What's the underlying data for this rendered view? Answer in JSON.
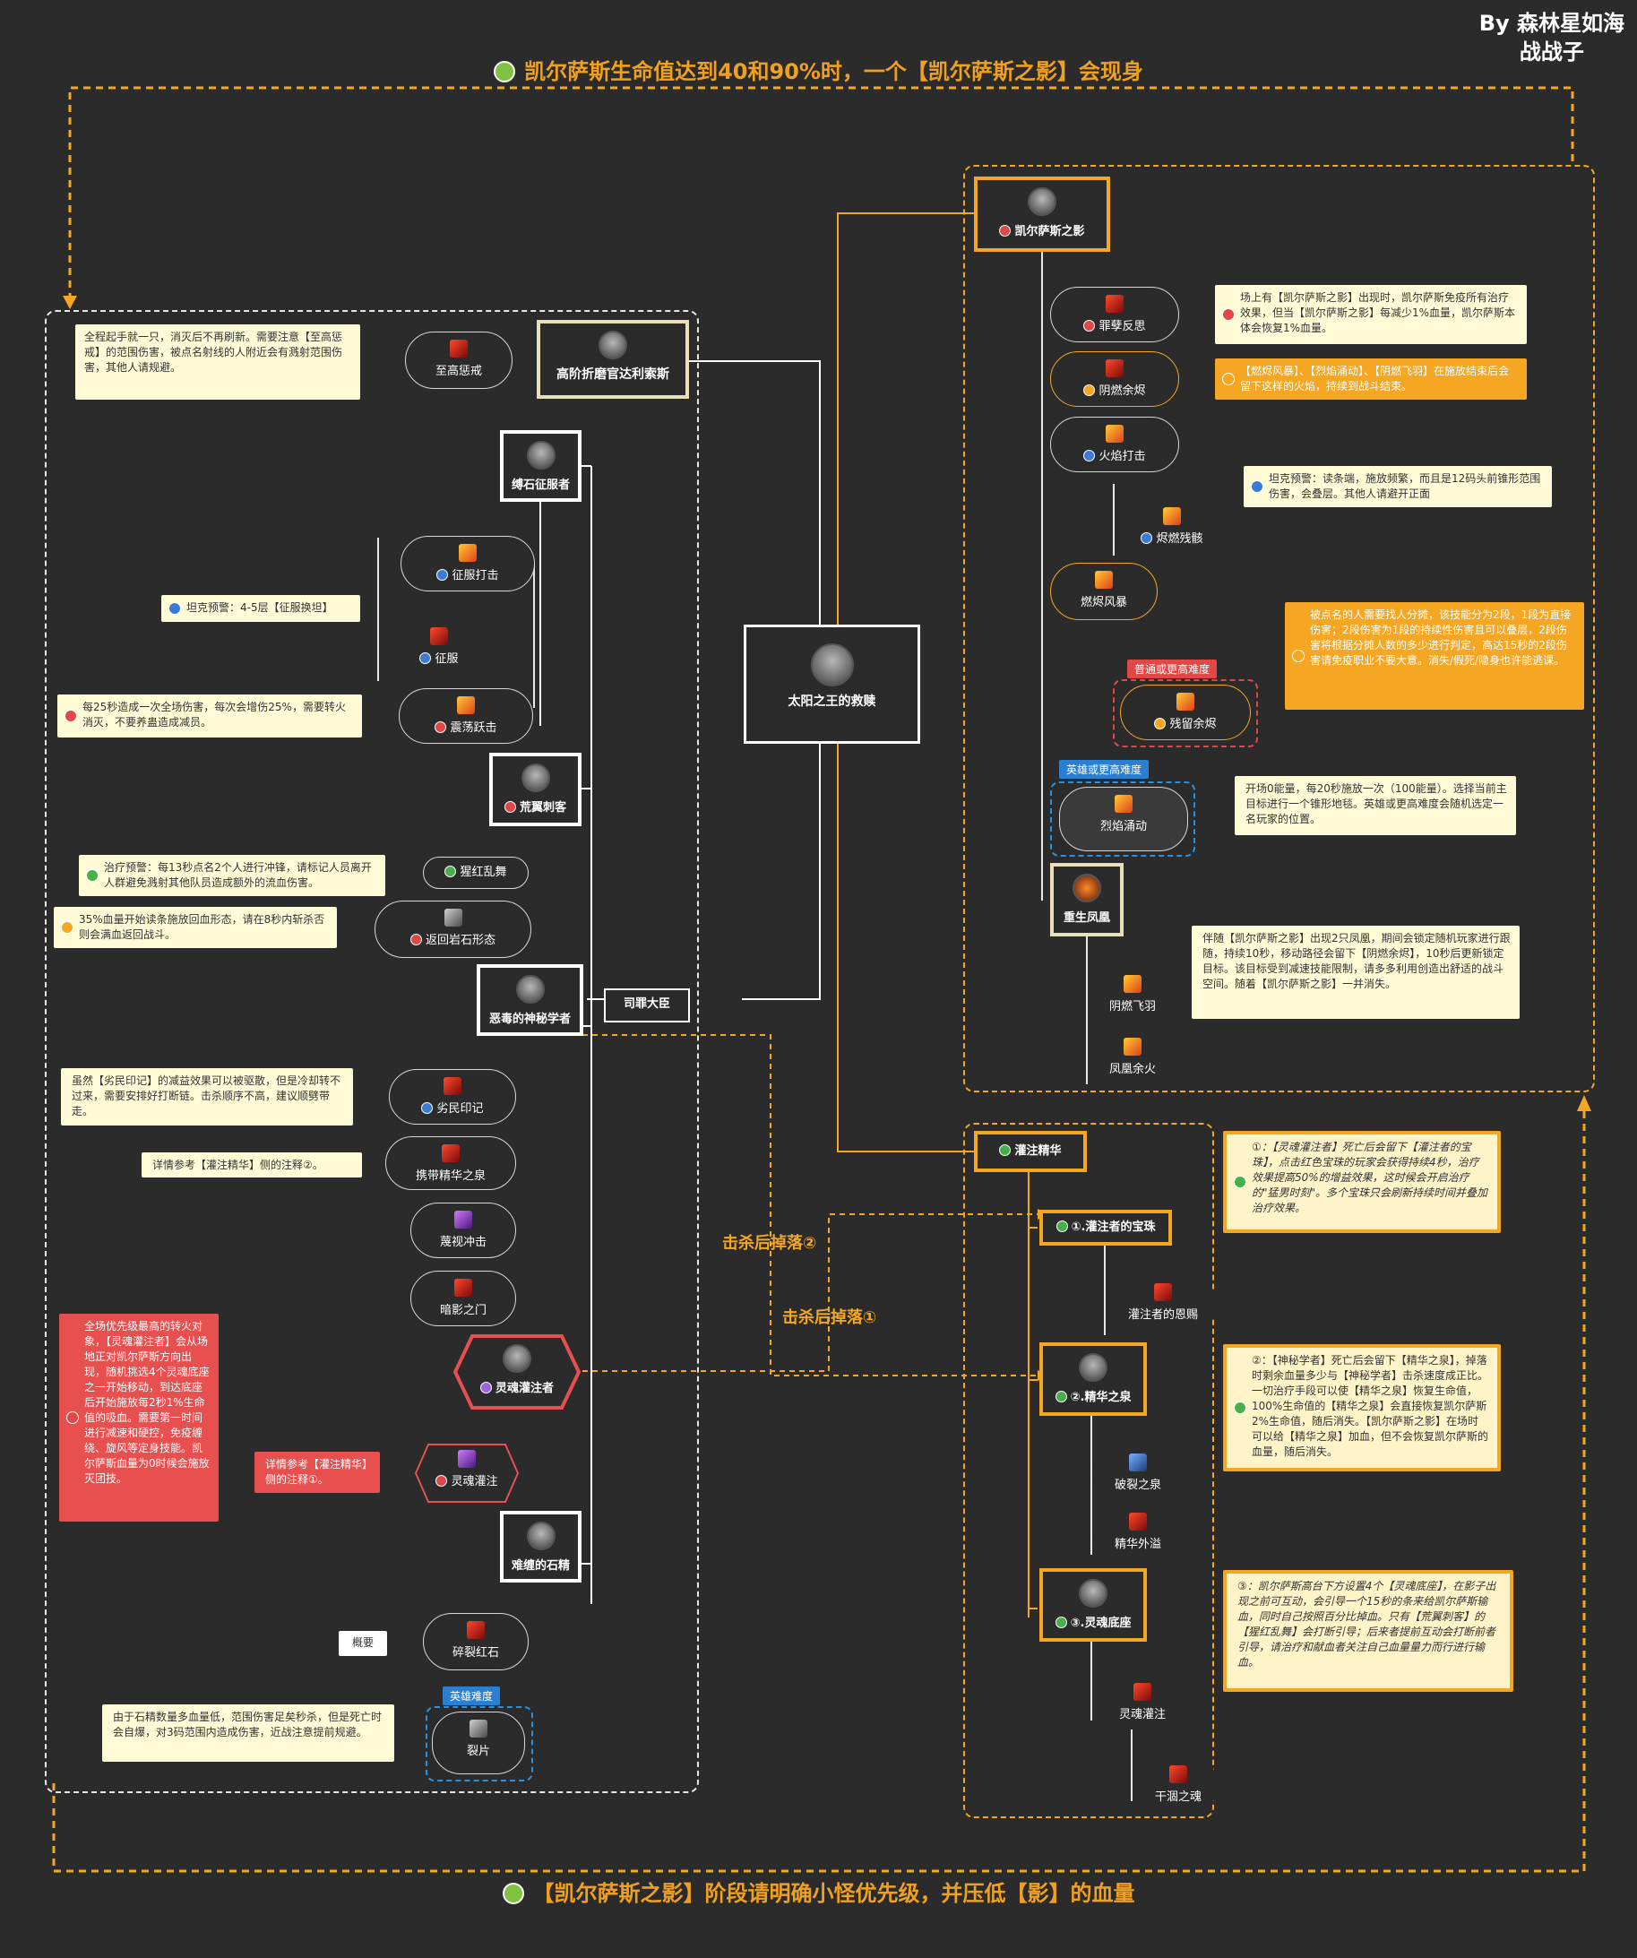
{
  "author": {
    "line1": "By 森林星如海",
    "line2": "战战子"
  },
  "banner_top": "凯尔萨斯生命值达到40和90%时，一个【凯尔萨斯之影】会现身",
  "banner_bottom": "【凯尔萨斯之影】阶段请明确小怪优先级，并压低【影】的血量",
  "center": {
    "name": "太阳之王的救赎"
  },
  "left": {
    "sinner": "司罪大臣",
    "b1": {
      "name": "高阶折磨官达利索斯",
      "spell": "至高惩戒",
      "note": "全程起手就一只，消灭后不再刷新。需要注意【至高惩戒】的范围伤害，被点名射线的人附近会有溅射范围伤害，其他人请规避。"
    },
    "b2": {
      "name": "缚石征服者",
      "s1": "征服打击",
      "s2": "征服",
      "s3": "震荡跃击",
      "note1": "坦克预警：4-5层【征服换坦】",
      "note2": "每25秒造成一次全场伤害，每次会增伤25%，需要转火消灭，不要养蛊造成减员。"
    },
    "b3": {
      "name": "荒翼刺客",
      "s1": "猩红乱舞",
      "s2": "返回岩石形态",
      "note1": "治疗预警：每13秒点名2个人进行冲锋，请标记人员离开人群避免溅射其他队员造成额外的流血伤害。",
      "note2": "35%血量开始读条施放回血形态，请在8秒内斩杀否则会满血返回战斗。"
    },
    "b4": {
      "name": "恶毒的神秘学者",
      "s1": "劣民印记",
      "s2": "携带精华之泉",
      "s3": "蔑视冲击",
      "s4": "暗影之门",
      "note1": "虽然【劣民印记】的减益效果可以被驱散，但是冷却转不过来，需要安排好打断链。击杀顺序不高，建议顺劈带走。",
      "note2": "详情参考【灌注精华】侧的注释②。"
    },
    "b5": {
      "name": "灵魂灌注者",
      "s1": "灵魂灌注",
      "note1": "全场优先级最高的转火对象，【灵魂灌注者】会从场地正对凯尔萨斯方向出现，随机挑选4个灵魂底座之一开始移动，到达底座后开始施放每2秒1%生命值的吸血。需要第一时间进行减速和硬控，免疫缠绕、旋风等定身技能。凯尔萨斯血量为0时候会施放灭团技。",
      "note2": "详情参考【灌注精华】侧的注释①。"
    },
    "b6": {
      "name": "难缠的石精",
      "s1": "碎裂红石",
      "s2": "裂片",
      "summary": "概要",
      "tag": "英雄难度",
      "note": "由于石精数量多血量低，范围伤害足矣秒杀，但是死亡时会自爆，对3码范围内造成伤害，近战注意提前规避。"
    }
  },
  "right": {
    "shadow": {
      "name": "凯尔萨斯之影",
      "s1": "罪孽反思",
      "s2": "阴燃余烬",
      "s3": "火焰打击",
      "s3b": "烬燃残骸",
      "s4": "燃烬风暴",
      "s4b": "残留余烬",
      "s5": "烈焰涌动",
      "s6": "重生凤凰",
      "s6a": "阴燃飞羽",
      "s6b": "凤凰余火",
      "tag_red": "普通或更高难度",
      "tag_blue": "英雄或更高难度",
      "n1": "场上有【凯尔萨斯之影】出现时，凯尔萨斯免疫所有治疗效果，但当【凯尔萨斯之影】每减少1%血量，凯尔萨斯本体会恢复1%血量。",
      "n2": "【燃烬风暴】、【烈焰涌动】、【阴燃飞羽】在施放结束后会留下这样的火焰，持续到战斗结束。",
      "n3": "坦克预警：读条端，施放频繁，而且是12码头前锥形范围伤害，会叠层。其他人请避开正面",
      "n4": "被点名的人需要找人分摊，该技能分为2段，1段为直接伤害；2段伤害为1段的持续性伤害且可以叠层，2段伤害将根据分摊人数的多少进行判定，高达15秒的2段伤害请免疫职业不要大意。消失/假死/隐身也许能逃课。",
      "n5": "开场0能量，每20秒施放一次（100能量）。选择当前主目标进行一个锥形地毯。英雄或更高难度会随机选定一名玩家的位置。",
      "n6": "伴随【凯尔萨斯之影】出现2只凤凰，期间会锁定随机玩家进行跟随，持续10秒，移动路径会留下【阴燃余烬】，10秒后更新锁定目标。该目标受到减速技能限制，请多多利用创造出舒适的战斗空间。随着【凯尔萨斯之影】一并消失。"
    },
    "essence": {
      "name": "灌注精华",
      "o1": "①.灌注者的宝珠",
      "o1a": "灌注者的恩赐",
      "o2": "②.精华之泉",
      "o2a": "破裂之泉",
      "o2b": "精华外溢",
      "o3": "③.灵魂底座",
      "o3a": "灵魂灌注",
      "o3b": "干涸之魂",
      "n1": "①：【灵魂灌注者】死亡后会留下【灌注者的宝珠】，点击红色宝珠的玩家会获得持续4秒，治疗效果提高50%的增益效果，这时候会开启治疗的\"猛男时刻\"。多个宝珠只会刷新持续时间并叠加治疗效果。",
      "n2": "②：【神秘学者】死亡后会留下【精华之泉】，掉落时剩余血量多少与【神秘学者】击杀速度成正比。一切治疗手段可以使【精华之泉】恢复生命值，100%生命值的【精华之泉】会直接恢复凯尔萨斯2%生命值，随后消失。【凯尔萨斯之影】在场时可以给【精华之泉】加血，但不会恢复凯尔萨斯的血量，随后消失。",
      "n3": "③：凯尔萨斯高台下方设置4个【灵魂底座】，在影子出现之前可互动，会引导一个15秒的条来给凯尔萨斯输血，同时自己按照百分比掉血。只有【荒翼刺客】的【猩红乱舞】会打断引导；后来者提前互动会打断前者引导，请治疗和献血者关注自己血量量力而行进行输血。"
    }
  },
  "drop1": "击杀后掉落②",
  "drop2": "击杀后掉落①",
  "colors": {
    "accent": "#f5a623",
    "bg": "#2b2b2b",
    "danger": "#e04848",
    "heroic": "#2a7fd0"
  }
}
